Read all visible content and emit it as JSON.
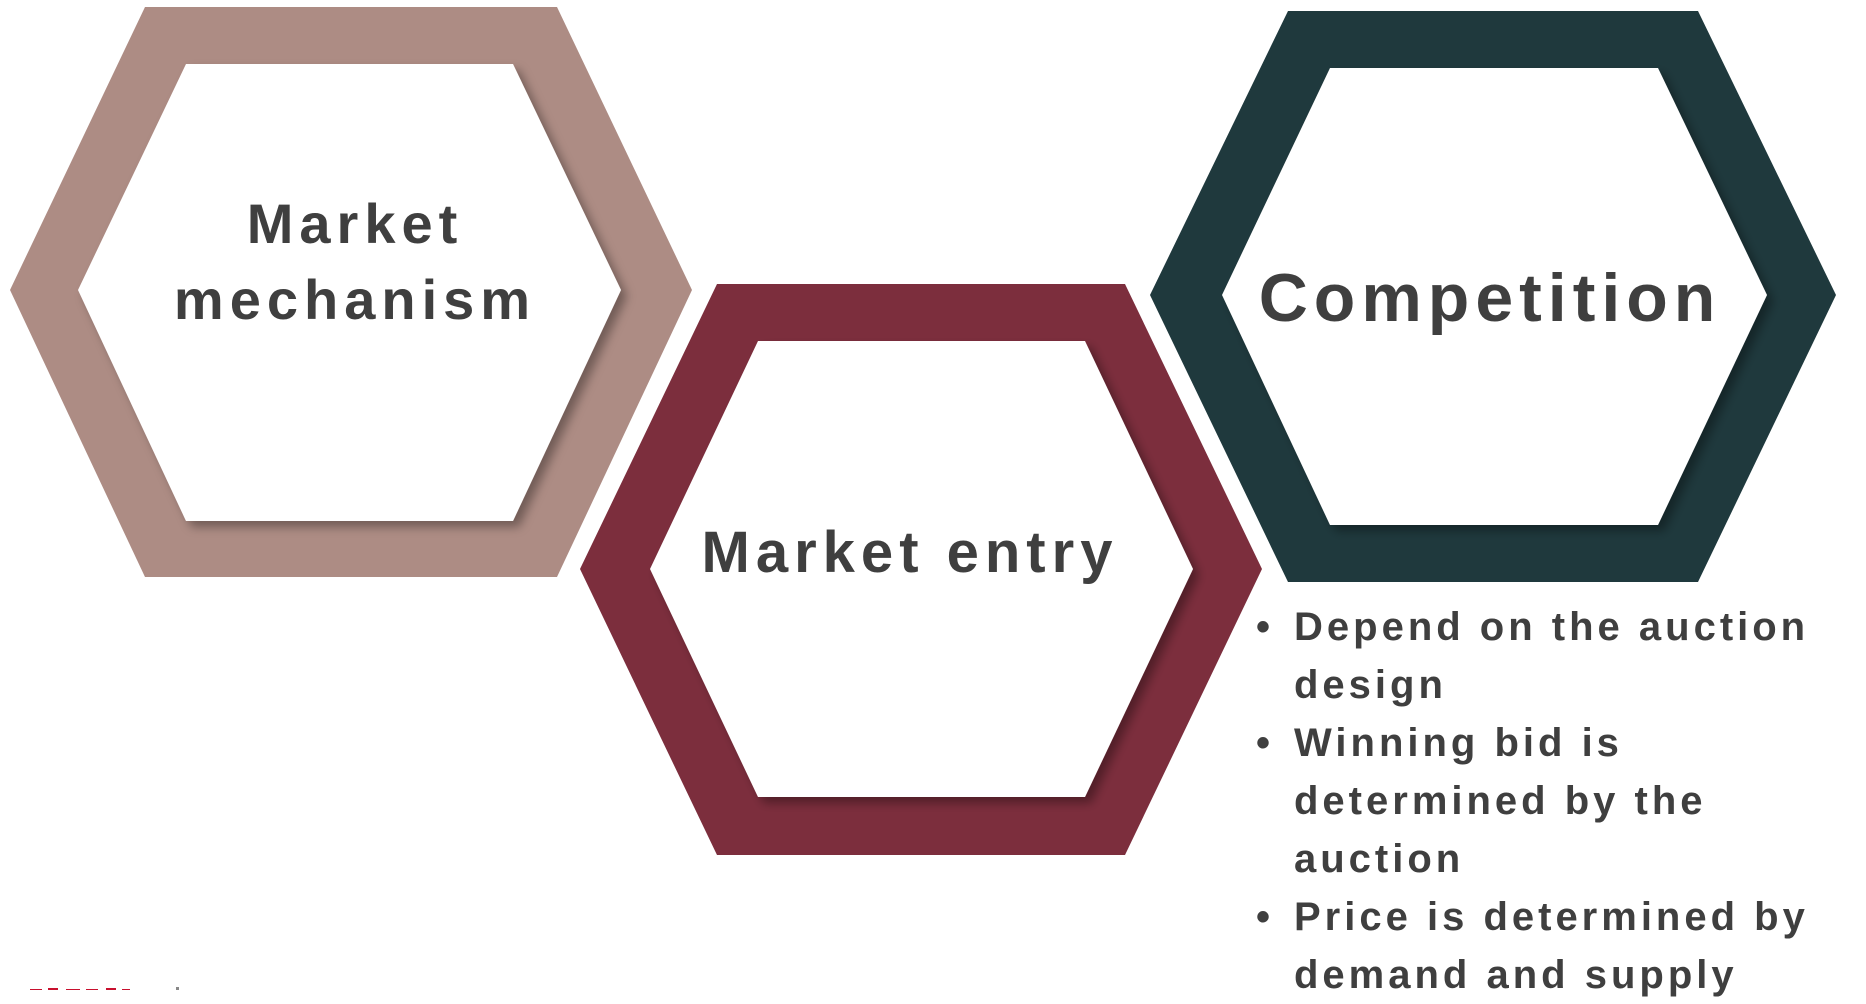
{
  "colors": {
    "hex_mechanism": "#ad8c84",
    "hex_entry": "#7c2e3d",
    "hex_competition": "#1f393d",
    "text": "#3f3f3f",
    "logo_red": "#c8102e"
  },
  "hexagons": [
    {
      "id": "mechanism",
      "lines": [
        "Market",
        "mechanism"
      ]
    },
    {
      "id": "entry",
      "label": "Market entry"
    },
    {
      "id": "competition",
      "label": "Competition"
    }
  ],
  "competition_points": [
    "Depend on the auction design",
    "Winning bid is determined by the auction",
    "Price is determined by demand and supply"
  ],
  "logo": {
    "icon": "logo-icon"
  }
}
